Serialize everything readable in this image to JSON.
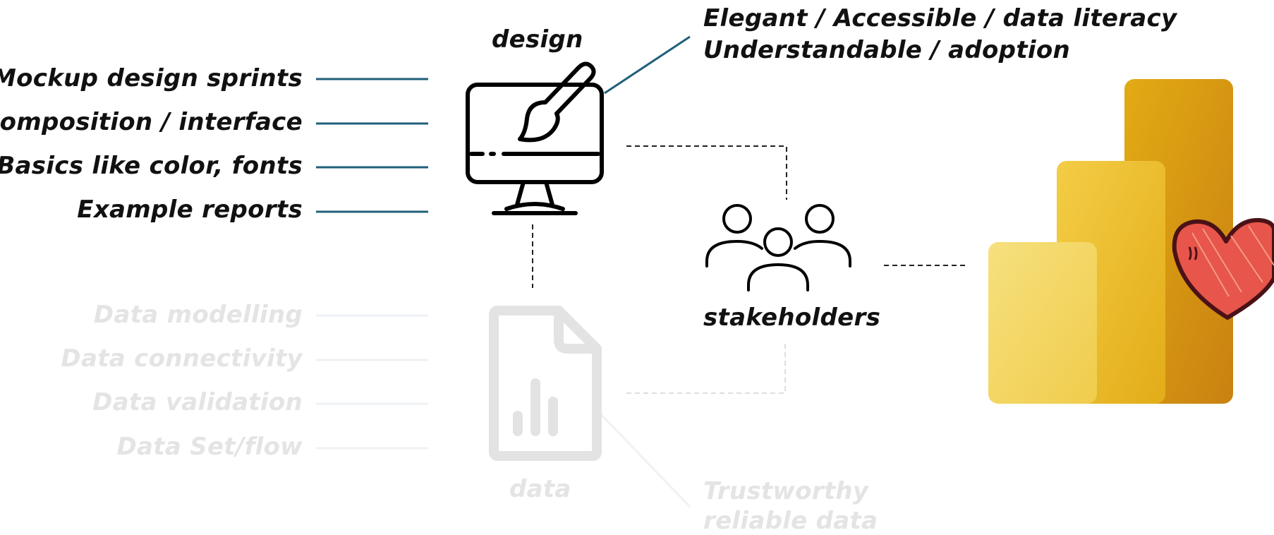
{
  "design": {
    "title": "design",
    "items": [
      "Mockup design sprints",
      "Composition / interface",
      "Basics like color, fonts",
      "Example reports"
    ],
    "notes": [
      "Elegant / Accessible / data literacy",
      "Understandable / adoption"
    ]
  },
  "data": {
    "title": "data",
    "items": [
      "Data modelling",
      "Data connectivity",
      "Data validation",
      "Data Set/flow"
    ],
    "notes": [
      "Trustworthy",
      "reliable data"
    ]
  },
  "stakeholders": {
    "title": "stakeholders"
  },
  "colors": {
    "connector": "#1f5f7a",
    "text": "#111111",
    "faded_text": "#e4e4e4",
    "bar_light": "#f5dd73",
    "bar_mid": "#ecc12d",
    "bar_dark": "#d99c10",
    "heart": "#e8554a"
  }
}
